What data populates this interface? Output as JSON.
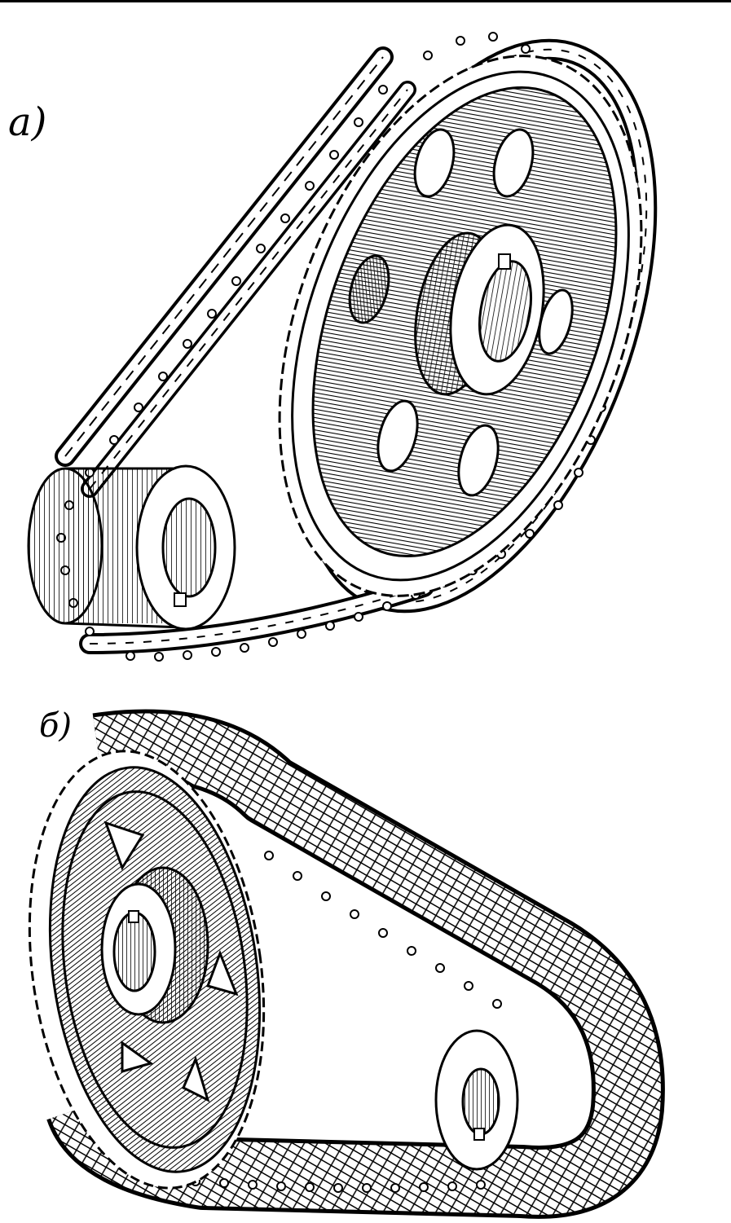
{
  "figure": {
    "labels": {
      "a": "а)",
      "b": "б)"
    },
    "colors": {
      "ink": "#000000",
      "paper": "#ffffff",
      "gray": "#777777"
    },
    "icons": {
      "a_large": "roller-chain-large-sprocket",
      "a_small": "small-sprocket-hub",
      "a_chain": "roller-chain",
      "b_large": "toothed-chain-large-sprocket",
      "b_small": "toothed-chain-small-sprocket",
      "b_chain": "silent-toothed-chain"
    }
  }
}
